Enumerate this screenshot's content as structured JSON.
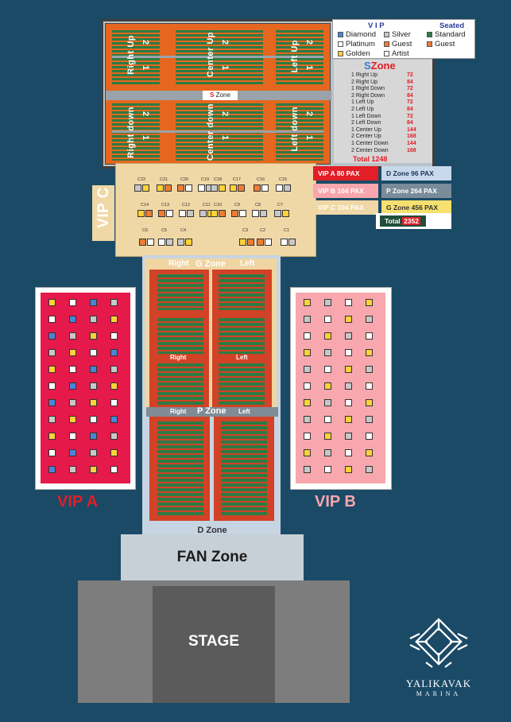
{
  "legend": {
    "vip_title": "V I P",
    "seated_title": "Seated",
    "items": [
      "Diamond",
      "Silver",
      "Platinum",
      "Guest",
      "Golden",
      "Artist"
    ],
    "seated_items": [
      "Standard",
      "Guest"
    ],
    "colors": {
      "Diamond": "#4b84d6",
      "Silver": "#c8c8c8",
      "Platinum": "#ffffff",
      "Guest": "#f07c34",
      "Golden": "#ffd23a",
      "Artist": "#ffffff",
      "Standard": "#2d7b43",
      "SeatedGuest": "#f07c34"
    }
  },
  "s_zone": {
    "title_letter": "S",
    "title_word": "Zone",
    "aisle_label_letter": "S",
    "aisle_label_word": "Zone",
    "blocks": {
      "right_up": "Right Up",
      "center_up": "Center Up",
      "left_up": "Left Up",
      "right_down": "Right down",
      "center_down": "Center down",
      "left_down": "Left down",
      "n1": "1",
      "n2": "2"
    },
    "list": [
      {
        "label": "1 Right Up",
        "value": "72"
      },
      {
        "label": "2 Right Up",
        "value": "84"
      },
      {
        "label": "1 Right Down",
        "value": "72"
      },
      {
        "label": "2 Right Down",
        "value": "84"
      },
      {
        "label": "1 Left Up",
        "value": "72"
      },
      {
        "label": "2 Left Up",
        "value": "84"
      },
      {
        "label": "1 Left Down",
        "value": "72"
      },
      {
        "label": "2 Left Down",
        "value": "84"
      },
      {
        "label": "1 Center Up",
        "value": "144"
      },
      {
        "label": "2 Center Up",
        "value": "168"
      },
      {
        "label": "1 Center Down",
        "value": "144"
      },
      {
        "label": "2 Center Down",
        "value": "168"
      }
    ],
    "total": "Total 1248"
  },
  "pax": {
    "vip_a": "VIP A  80 PAX",
    "vip_b": "VIP B   104 PAX",
    "vip_c": "VIP C   104 PAX",
    "d_zone": "D Zone  96 PAX",
    "p_zone": "P Zone  264 PAX",
    "g_zone": "G Zone  456 PAX",
    "total_label": "Total",
    "total_value": "2352"
  },
  "vip_c": {
    "label": "VIP C",
    "tables": [
      "C22",
      "C21",
      "C20",
      "C19",
      "C18",
      "C17",
      "C16",
      "C15",
      "C14",
      "C13",
      "C12",
      "C11",
      "C10",
      "C9",
      "C8",
      "C7",
      "C6",
      "C5",
      "C4",
      "C3",
      "C2",
      "C1"
    ]
  },
  "g_zone": {
    "right": "Right",
    "title": "G Zone",
    "left": "Left",
    "mid_right": "Right",
    "mid_left": "Left"
  },
  "p_zone": {
    "right": "Right",
    "title": "P Zone",
    "left": "Left"
  },
  "vip_a": {
    "label": "VIP A"
  },
  "vip_b": {
    "label": "VIP B"
  },
  "d_zone": {
    "label": "D Zone"
  },
  "fan_zone": {
    "label": "FAN Zone"
  },
  "stage": {
    "label": "STAGE"
  },
  "logo": {
    "line1": "YALIKAVAK",
    "line2": "MARINA"
  }
}
